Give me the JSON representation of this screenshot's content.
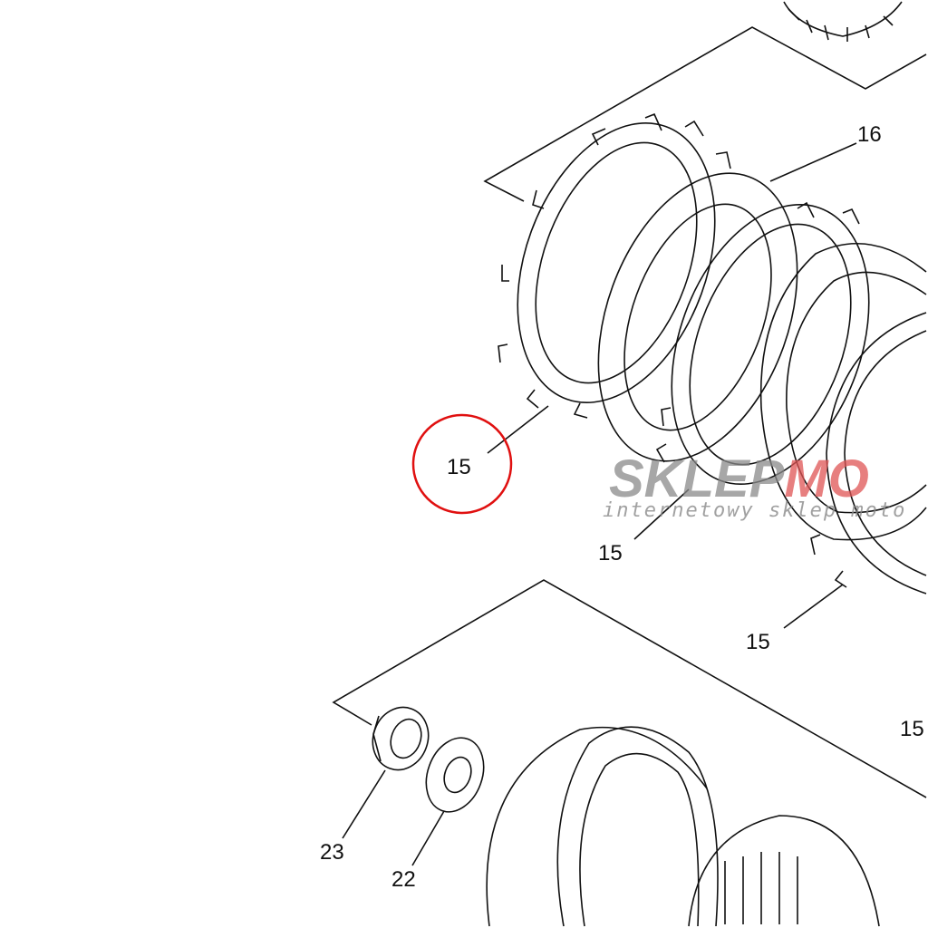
{
  "diagram": {
    "labels": [
      {
        "id": "16",
        "text": "16"
      },
      {
        "id": "15a",
        "text": "15",
        "highlighted": true
      },
      {
        "id": "15b",
        "text": "15"
      },
      {
        "id": "15c",
        "text": "15"
      },
      {
        "id": "15d",
        "text": "15"
      },
      {
        "id": "23",
        "text": "23"
      },
      {
        "id": "22",
        "text": "22"
      }
    ],
    "highlight_color": "#e01010"
  },
  "watermark": {
    "brand_gray": "SKLEP",
    "brand_red": "MO",
    "tagline": "internetowy sklep moto"
  }
}
